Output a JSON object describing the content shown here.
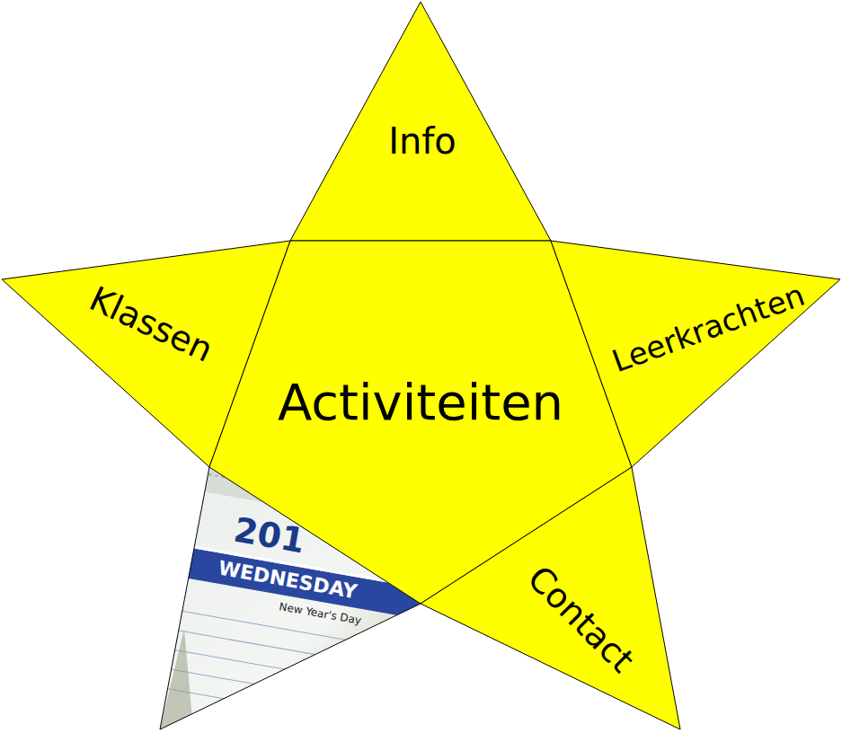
{
  "diagram": {
    "nodes": [
      {
        "text": [
          "Info"
        ]
      },
      {
        "text": [
          "Klassen"
        ]
      },
      {
        "text": [
          "Activiteiten"
        ]
      },
      {
        "text": [
          "Leerkrachten"
        ]
      },
      {
        "text": [
          "Contact"
        ]
      }
    ],
    "labels": [
      "201",
      "WEDNESDAY",
      "New Year's Day"
    ]
  }
}
